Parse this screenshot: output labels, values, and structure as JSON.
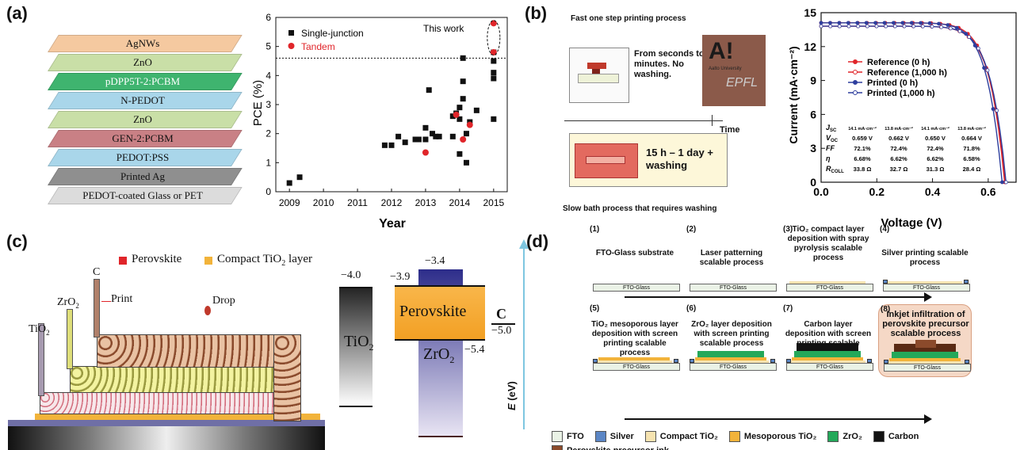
{
  "panel_letters": {
    "a": "(a)",
    "b": "(b)",
    "c": "(c)",
    "d": "(d)"
  },
  "panel_a": {
    "layers": [
      "AgNWs",
      "ZnO",
      "pDPP5T-2:PCBM",
      "N-PEDOT",
      "ZnO",
      "GEN-2:PCBM",
      "PEDOT:PSS",
      "Printed Ag",
      "PEDOT-coated Glass or PET"
    ],
    "layer_colors": [
      "#f5c9a0",
      "#c9dfa7",
      "#3fb46f",
      "#a9d6ea",
      "#c9dfa7",
      "#c98085",
      "#a9d6ea",
      "#8f8f8f",
      "#dcdcdc"
    ]
  },
  "chart_data": {
    "type": "scatter",
    "xlabel": "Year",
    "ylabel": "PCE (%)",
    "xlim": [
      2008.6,
      2015.4
    ],
    "ylim": [
      0,
      6
    ],
    "xticks": [
      "2009",
      "2010",
      "2011",
      "2012",
      "2013",
      "2014",
      "2015"
    ],
    "yticks": [
      "0",
      "1",
      "2",
      "3",
      "4",
      "5",
      "6"
    ],
    "reference_line": 4.6,
    "annotation": "This work",
    "series": [
      {
        "name": "Single-junction",
        "color": "#111111",
        "points": [
          [
            2009.0,
            0.3
          ],
          [
            2009.3,
            0.5
          ],
          [
            2011.8,
            1.6
          ],
          [
            2012.0,
            1.6
          ],
          [
            2012.2,
            1.9
          ],
          [
            2012.4,
            1.7
          ],
          [
            2012.7,
            1.8
          ],
          [
            2012.8,
            1.8
          ],
          [
            2013.0,
            2.2
          ],
          [
            2013.0,
            1.8
          ],
          [
            2013.1,
            3.5
          ],
          [
            2013.2,
            2.0
          ],
          [
            2013.3,
            1.9
          ],
          [
            2013.4,
            1.9
          ],
          [
            2013.8,
            2.6
          ],
          [
            2013.8,
            1.9
          ],
          [
            2013.9,
            2.7
          ],
          [
            2014.0,
            1.3
          ],
          [
            2014.0,
            2.9
          ],
          [
            2014.0,
            2.5
          ],
          [
            2014.1,
            3.2
          ],
          [
            2014.1,
            3.8
          ],
          [
            2014.1,
            4.6
          ],
          [
            2014.2,
            2.0
          ],
          [
            2014.2,
            1.0
          ],
          [
            2014.3,
            2.4
          ],
          [
            2014.5,
            2.8
          ],
          [
            2015.0,
            2.5
          ],
          [
            2015.0,
            3.9
          ],
          [
            2015.0,
            4.1
          ],
          [
            2015.0,
            4.5
          ],
          [
            2015.0,
            4.8
          ]
        ]
      },
      {
        "name": "Tandem",
        "color": "#e0252a",
        "points": [
          [
            2013.0,
            1.35
          ],
          [
            2013.9,
            2.65
          ],
          [
            2014.1,
            1.8
          ],
          [
            2014.3,
            2.3
          ],
          [
            2015.0,
            4.8
          ],
          [
            2015.0,
            5.8
          ]
        ]
      }
    ]
  },
  "panel_b": {
    "top_caption": "Fast one step printing process",
    "fast_text": "From seconds to minutes. No washing.",
    "slow_text": "15 h – 1 day + washing",
    "time_label": "Time",
    "bottom_caption": "Slow bath process that requires washing",
    "logo_letters": "A!",
    "logo_small": "Aalto University",
    "logo_epfl": "EPFL",
    "iv_chart": {
      "xlabel": "Voltage (V)",
      "ylabel": "Current (mA·cm⁻²)",
      "xlim": [
        0,
        0.7
      ],
      "ylim": [
        0,
        15
      ],
      "xticks": [
        "0.0",
        "0.2",
        "0.4",
        "0.6"
      ],
      "yticks": [
        "0",
        "3",
        "6",
        "9",
        "12",
        "15"
      ],
      "legend": [
        "Reference  (0 h)",
        "Reference  (1,000 h)",
        "Printed  (0 h)",
        "Printed  (1,000 h)"
      ],
      "series": [
        {
          "name": "Reference  (0 h)",
          "color": "#e0252a",
          "jsc": 14.1,
          "voc": 0.659
        },
        {
          "name": "Reference  (1,000 h)",
          "color": "#e0252a",
          "jsc": 13.8,
          "voc": 0.662
        },
        {
          "name": "Printed  (0 h)",
          "color": "#2e3f9e",
          "jsc": 14.1,
          "voc": 0.65
        },
        {
          "name": "Printed  (1,000 h)",
          "color": "#2e3f9e",
          "jsc": 13.8,
          "voc": 0.664
        }
      ],
      "table": {
        "rows": [
          [
            "J",
            "SC",
            "14.1 mA·cm⁻²",
            "13.8 mA·cm⁻²",
            "14.1 mA·cm⁻²",
            "13.8 mA·cm⁻²"
          ],
          [
            "V",
            "OC",
            "0.659 V",
            "0.662 V",
            "0.650 V",
            "0.664 V"
          ],
          [
            "FF",
            "",
            "72.1%",
            "72.4%",
            "72.4%",
            "71.8%"
          ],
          [
            "η",
            "",
            "6.68%",
            "6.62%",
            "6.62%",
            "6.58%"
          ],
          [
            "R",
            "COLL",
            "33.8 Ω",
            "32.7 Ω",
            "31.3 Ω",
            "28.4 Ω"
          ]
        ]
      }
    }
  },
  "panel_c": {
    "legend_perovskite": "Perovskite",
    "legend_tio2": "Compact TiO",
    "legend_tio2_sub": "2",
    "legend_tio2_suffix": " layer",
    "label_c": "C",
    "label_zro2": "ZrO",
    "label_tio2": "TiO",
    "sub2": "2",
    "print": "Print",
    "drop": "Drop",
    "energy": {
      "tio2_top": "−4.0",
      "pero_top": "−3.9",
      "zro2_top": "−3.4",
      "zro2_bottom": "−5.4",
      "carbon": "−5.0",
      "tio2": "TiO",
      "perovskite": "Perovskite",
      "zro2": "ZrO",
      "c": "C",
      "axis": "E",
      "axis_unit": "(eV)"
    }
  },
  "panel_d": {
    "steps": [
      {
        "num": "(1)",
        "text": "FTO-Glass substrate"
      },
      {
        "num": "(2)",
        "text": "Laser patterning scalable process"
      },
      {
        "num": "(3)",
        "text": "TiO₂ compact layer deposition with spray pyrolysis scalable process"
      },
      {
        "num": "(4)",
        "text": "Silver printing scalable process"
      },
      {
        "num": "(5)",
        "text": "TiO₂ mesoporous layer deposition with screen printing scalable process"
      },
      {
        "num": "(6)",
        "text": "ZrO₂ layer deposition with screen printing scalable process"
      },
      {
        "num": "(7)",
        "text": "Carbon layer deposition with screen printing scalable process"
      },
      {
        "num": "(8)",
        "text": "Inkjet infiltration of perovskite precursor scalable process"
      }
    ],
    "fto_label": "FTO-Glass",
    "legend": [
      {
        "label": "FTO",
        "color": "#eaf2e6"
      },
      {
        "label": "Silver",
        "color": "#5b86c5"
      },
      {
        "label": "Compact TiO₂",
        "color": "#f6e3b0"
      },
      {
        "label": "Mesoporous TiO₂",
        "color": "#f2b33a"
      },
      {
        "label": "ZrO₂",
        "color": "#24a85a"
      },
      {
        "label": "Carbon",
        "color": "#111111"
      },
      {
        "label": "Perovskite precursor ink",
        "color": "#8b4a2b"
      }
    ]
  }
}
